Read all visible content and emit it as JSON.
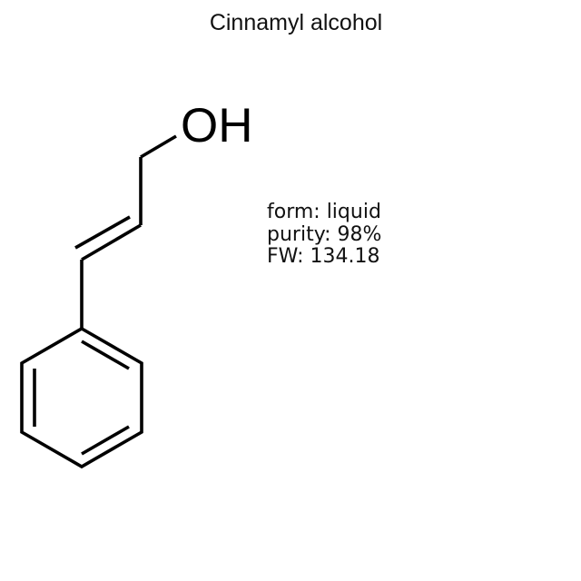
{
  "title": "Cinnamyl alcohol",
  "structure": {
    "atom_labels": {
      "hydroxyl": "OH"
    },
    "bond_color": "#000000"
  },
  "info": {
    "form": "form: liquid",
    "purity": "purity: 98%",
    "fw": "FW: 134.18"
  }
}
